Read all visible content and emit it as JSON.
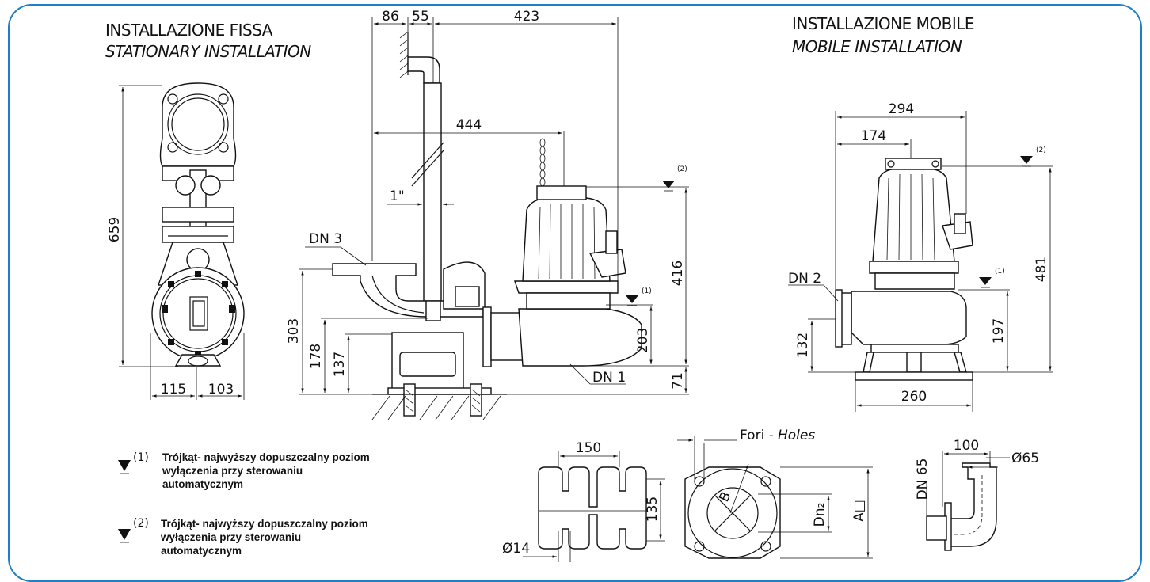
{
  "titles": {
    "fixed_it": "INSTALLAZIONE FISSA",
    "fixed_en": "STATIONARY INSTALLATION",
    "mobile_it": "INSTALLAZIONE MOBILE",
    "mobile_en": "MOBILE INSTALLATION"
  },
  "dims": {
    "d86": "86",
    "d55": "55",
    "d423": "423",
    "d444": "444",
    "d1in": "1\"",
    "d659": "659",
    "d115": "115",
    "d103": "103",
    "d303": "303",
    "d178": "178",
    "d137": "137",
    "d203": "203",
    "d416": "416",
    "d71": "71",
    "d294": "294",
    "d174": "174",
    "d481": "481",
    "d197": "197",
    "d132": "132",
    "d260": "260",
    "d150": "150",
    "d135": "135",
    "d14": "Ø14",
    "d100": "100",
    "d65": "Ø65",
    "dn65": "DN 65"
  },
  "labels": {
    "dn3": "DN 3",
    "dn1": "DN 1",
    "dn2": "DN 2",
    "mark1": "(1)",
    "mark2": "(2)",
    "holes_it": "Fori -",
    "holes_en": "Holes",
    "b": "B",
    "dn2v": "Dn₂",
    "a": "A□"
  },
  "notes": {
    "n1_mark": "(1)",
    "n1_l1": "Trójkąt- najwyższy dopuszczalny poziom",
    "n1_l2": "wyłączenia  przy sterowaniu",
    "n1_l3": "automatycznym",
    "n2_mark": "(2)",
    "n2_l1": "Trójkąt- najwyższy dopuszczalny poziom",
    "n2_l2": "wyłączenia  przy sterowaniu",
    "n2_l3": "automatycznym"
  },
  "colors": {
    "frame": "#1f7fc4",
    "ink": "#111111"
  }
}
